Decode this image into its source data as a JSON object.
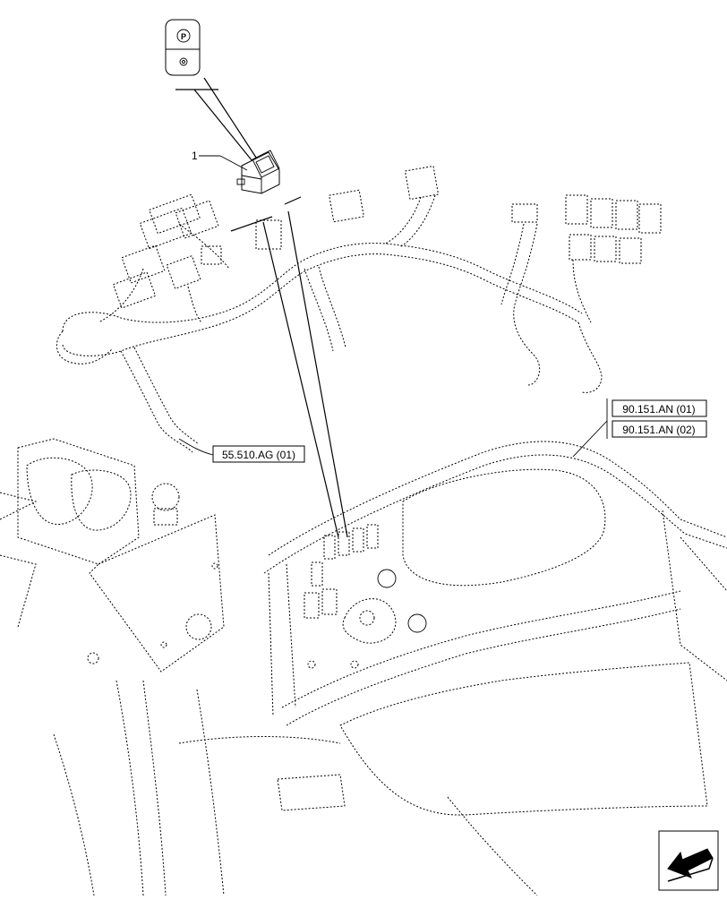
{
  "diagram": {
    "callouts": [
      {
        "id": "item-1",
        "label": "1"
      }
    ],
    "references": {
      "harness_ref": "55.510.AG (01)",
      "dash_refs": [
        "90.151.AN (01)",
        "90.151.AN (02)"
      ]
    },
    "switch_icon": {
      "symbol": "P"
    },
    "navigation": {
      "icon": "arrow-left-icon"
    }
  }
}
